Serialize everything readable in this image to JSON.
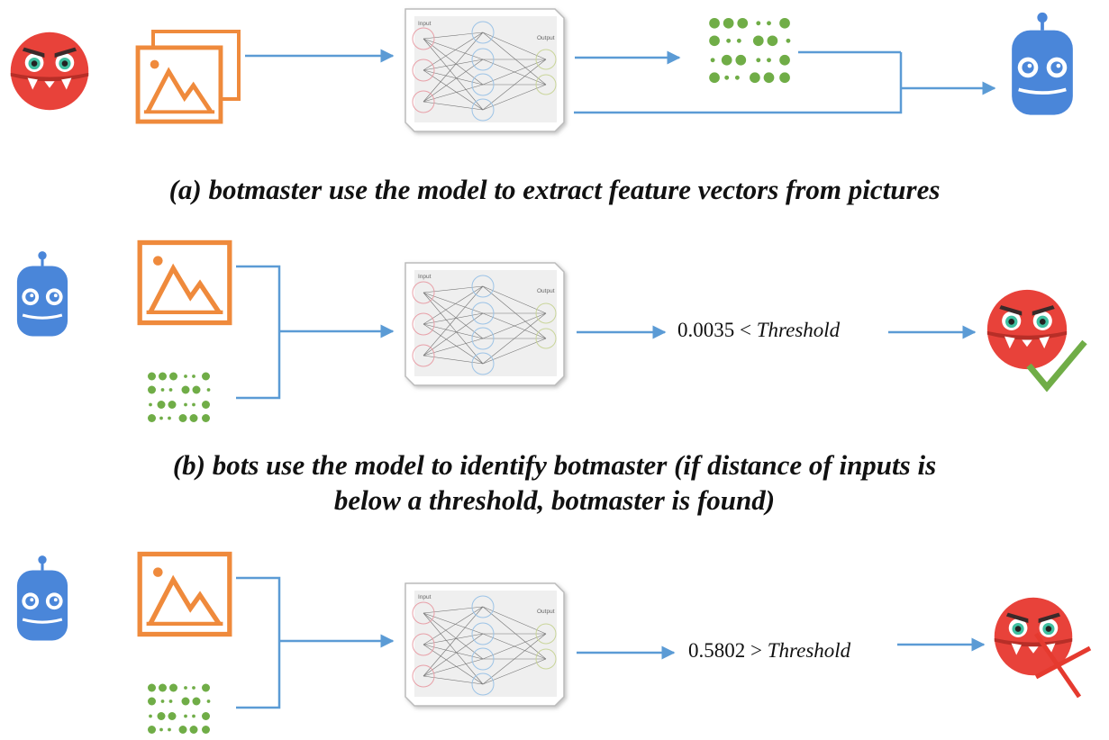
{
  "colors": {
    "arrow": "#5b9bd5",
    "botmaster": "#e8423a",
    "bot": "#4a86d9",
    "picture": "#ef8a3c",
    "feature": "#70ad47",
    "check": "#70ad47",
    "cross": "#e53a2f"
  },
  "icons": {
    "botmaster": "red-monster-face-icon",
    "bot": "blue-robot-icon",
    "picture": "mountain-picture-icon",
    "feature_vector": "dot-feature-vector-icon",
    "model": "neural-network-card-icon",
    "found": "checkmark-icon",
    "not_found": "cross-icon"
  },
  "model_card": {
    "input_label": "Input",
    "output_label": "Output"
  },
  "panel_a": {
    "caption": "(a) botmaster use the model to extract feature vectors from pictures"
  },
  "panel_b": {
    "value": "0.0035",
    "operator": "<",
    "threshold_word": "Threshold",
    "caption_line1": "(b) bots use the model to identify botmaster (if distance of inputs is",
    "caption_line2": "below a threshold, botmaster is found)"
  },
  "panel_c": {
    "value": "0.5802",
    "operator": ">",
    "threshold_word": "Threshold"
  }
}
